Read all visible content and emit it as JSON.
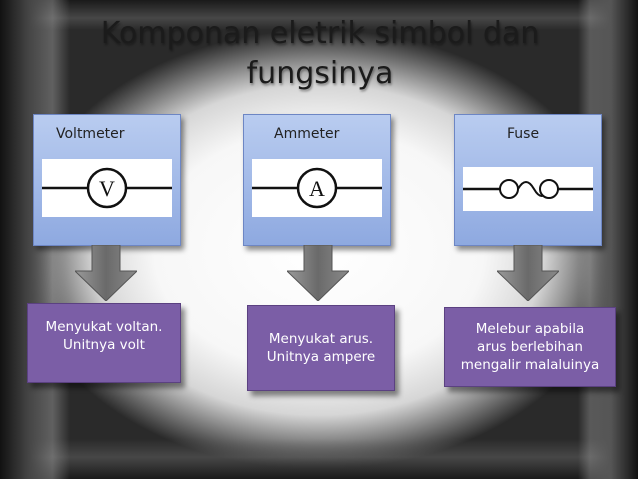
{
  "title": {
    "line1": "Komponan eletrik simbol dan",
    "line2": "fungsinya"
  },
  "components": [
    {
      "name": "Voltmeter",
      "symbol_letter": "V",
      "description": [
        "Menyukat voltan.",
        "Unitnya volt"
      ]
    },
    {
      "name": "Ammeter",
      "symbol_letter": "A",
      "description": [
        "Menyukat arus.",
        "Unitnya ampere"
      ]
    },
    {
      "name": "Fuse",
      "symbol_letter": "",
      "description": [
        "Melebur apabila",
        "arus berlebihan",
        "mengalir malaluinya"
      ]
    }
  ],
  "colors": {
    "card": "#9bb3e6",
    "info": "#7b5ea6",
    "arrow": "#7a7a7a"
  }
}
